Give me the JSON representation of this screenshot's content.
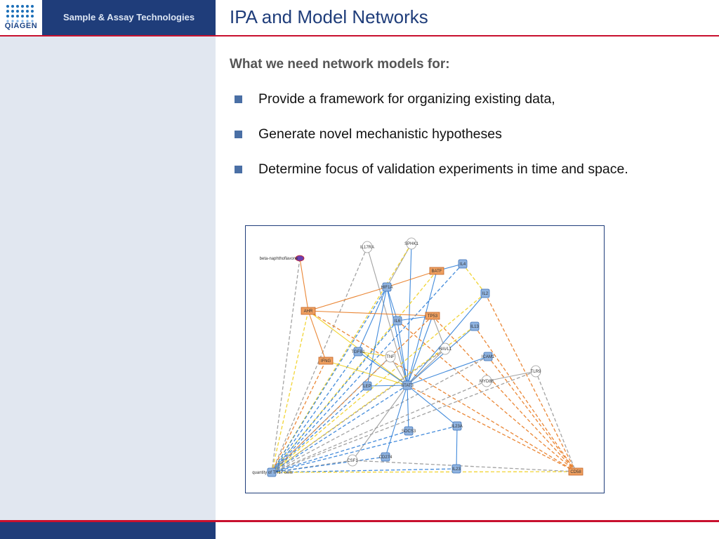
{
  "header": {
    "logo_text": "QIAGEN",
    "tagline": "Sample & Assay Technologies",
    "title": "IPA and Model Networks"
  },
  "content": {
    "subtitle": "What we need network models for:",
    "bullets": [
      "Provide a framework for organizing existing data,",
      "Generate novel mechanistic hypotheses",
      "Determine focus of validation experiments in time and space."
    ]
  },
  "colors": {
    "header_blue": "#1f3d7a",
    "accent_red": "#c8102e",
    "panel_gray": "#e1e7f0",
    "node_blue": "#8fb3e0",
    "node_orange": "#f0a060",
    "edge_blue": "#2f7fd8",
    "edge_orange": "#e87a20",
    "edge_yellow": "#f0d020",
    "edge_gray": "#999999"
  },
  "network": {
    "nodes": [
      {
        "id": "IL17RA",
        "label": "IL17RA",
        "kind": "gray"
      },
      {
        "id": "SPHK1",
        "label": "SPHK1",
        "kind": "gray"
      },
      {
        "id": "beta",
        "label": "beta-naphthoflavone",
        "kind": "chem"
      },
      {
        "id": "BATF",
        "label": "BATF",
        "kind": "orange"
      },
      {
        "id": "IL4",
        "label": "IL4",
        "kind": "blue"
      },
      {
        "id": "HIF1A",
        "label": "HIF1A",
        "kind": "blue"
      },
      {
        "id": "IL2",
        "label": "IL2",
        "kind": "blue"
      },
      {
        "id": "AHR",
        "label": "AHR",
        "kind": "orange"
      },
      {
        "id": "IL6",
        "label": "IL6",
        "kind": "blue"
      },
      {
        "id": "TP53",
        "label": "TP53",
        "kind": "orange"
      },
      {
        "id": "IL13",
        "label": "IL13",
        "kind": "blue"
      },
      {
        "id": "TGFB1",
        "label": "TGFB1",
        "kind": "blue"
      },
      {
        "id": "TNF",
        "label": "TNF",
        "kind": "gray"
      },
      {
        "id": "HAVL1",
        "label": "HAVL1",
        "kind": "gray"
      },
      {
        "id": "IFNG",
        "label": "IFNG",
        "kind": "orange"
      },
      {
        "id": "ICAM1",
        "label": "ICAM1",
        "kind": "blue"
      },
      {
        "id": "TLR9",
        "label": "TLR9",
        "kind": "gray"
      },
      {
        "id": "LEP",
        "label": "LEP",
        "kind": "blue"
      },
      {
        "id": "STAT3",
        "label": "STAT3",
        "kind": "blue"
      },
      {
        "id": "MYD88",
        "label": "MYD88",
        "kind": "gray"
      },
      {
        "id": "SOCS3",
        "label": "SOCS3",
        "kind": "blue"
      },
      {
        "id": "IL23A",
        "label": "IL23A",
        "kind": "blue"
      },
      {
        "id": "CSF1",
        "label": "CSF1",
        "kind": "gray"
      },
      {
        "id": "CD274",
        "label": "CD274",
        "kind": "blue"
      },
      {
        "id": "IL23",
        "label": "IL23",
        "kind": "blue"
      },
      {
        "id": "TH17",
        "label": "quantity of TH17 cells",
        "kind": "blue"
      },
      {
        "id": "CD58",
        "label": "CD58",
        "kind": "orange"
      }
    ],
    "edges": [
      [
        "beta",
        "AHR",
        "orange",
        "solid"
      ],
      [
        "beta",
        "TH17",
        "gray",
        "dashed"
      ],
      [
        "IL17RA",
        "TH17",
        "gray",
        "dashed"
      ],
      [
        "IL17RA",
        "STAT3",
        "gray",
        "solid"
      ],
      [
        "SPHK1",
        "HIF1A",
        "gray",
        "solid"
      ],
      [
        "SPHK1",
        "STAT3",
        "blue",
        "solid"
      ],
      [
        "SPHK1",
        "TH17",
        "yellow",
        "dashed"
      ],
      [
        "BATF",
        "HIF1A",
        "orange",
        "solid"
      ],
      [
        "BATF",
        "STAT3",
        "blue",
        "solid"
      ],
      [
        "BATF",
        "TH17",
        "yellow",
        "dashed"
      ],
      [
        "IL4",
        "BATF",
        "blue",
        "solid"
      ],
      [
        "IL4",
        "IL2",
        "yellow",
        "dashed"
      ],
      [
        "IL4",
        "TH17",
        "blue",
        "dashed"
      ],
      [
        "HIF1A",
        "AHR",
        "orange",
        "solid"
      ],
      [
        "HIF1A",
        "IL6",
        "blue",
        "solid"
      ],
      [
        "HIF1A",
        "STAT3",
        "blue",
        "solid"
      ],
      [
        "HIF1A",
        "TGFB1",
        "blue",
        "solid"
      ],
      [
        "HIF1A",
        "TH17",
        "blue",
        "dashed"
      ],
      [
        "HIF1A",
        "LEP",
        "blue",
        "solid"
      ],
      [
        "IL2",
        "STAT3",
        "blue",
        "solid"
      ],
      [
        "IL2",
        "CD58",
        "orange",
        "dashed"
      ],
      [
        "IL2",
        "TH17",
        "yellow",
        "dashed"
      ],
      [
        "AHR",
        "TH17",
        "yellow",
        "dashed"
      ],
      [
        "AHR",
        "IFNG",
        "orange",
        "solid"
      ],
      [
        "AHR",
        "STAT3",
        "yellow",
        "solid"
      ],
      [
        "AHR",
        "CD58",
        "orange",
        "dashed"
      ],
      [
        "AHR",
        "TP53",
        "orange",
        "solid"
      ],
      [
        "IL6",
        "STAT3",
        "blue",
        "solid"
      ],
      [
        "IL6",
        "TH17",
        "blue",
        "dashed"
      ],
      [
        "IL6",
        "TP53",
        "blue",
        "solid"
      ],
      [
        "IL6",
        "CD58",
        "orange",
        "dashed"
      ],
      [
        "TP53",
        "STAT3",
        "blue",
        "solid"
      ],
      [
        "TP53",
        "HAVL1",
        "gray",
        "solid"
      ],
      [
        "TP53",
        "TH17",
        "orange",
        "dashed"
      ],
      [
        "TP53",
        "CD58",
        "orange",
        "dashed"
      ],
      [
        "IL13",
        "STAT3",
        "blue",
        "solid"
      ],
      [
        "IL13",
        "CD58",
        "orange",
        "dashed"
      ],
      [
        "IL13",
        "TH17",
        "yellow",
        "dashed"
      ],
      [
        "TGFB1",
        "STAT3",
        "blue",
        "solid"
      ],
      [
        "TGFB1",
        "TH17",
        "blue",
        "dashed"
      ],
      [
        "TGFB1",
        "TNF",
        "yellow",
        "solid"
      ],
      [
        "TNF",
        "TH17",
        "gray",
        "dashed"
      ],
      [
        "TNF",
        "STAT3",
        "gray",
        "solid"
      ],
      [
        "HAVL1",
        "STAT3",
        "gray",
        "solid"
      ],
      [
        "HAVL1",
        "TH17",
        "gray",
        "dashed"
      ],
      [
        "IFNG",
        "TH17",
        "orange",
        "dashed"
      ],
      [
        "IFNG",
        "STAT3",
        "yellow",
        "solid"
      ],
      [
        "ICAM1",
        "STAT3",
        "blue",
        "solid"
      ],
      [
        "ICAM1",
        "TH17",
        "gray",
        "dashed"
      ],
      [
        "ICAM1",
        "CD58",
        "orange",
        "dashed"
      ],
      [
        "TLR9",
        "CD58",
        "gray",
        "dashed"
      ],
      [
        "TLR9",
        "TH17",
        "gray",
        "dashed"
      ],
      [
        "TLR9",
        "MYD88",
        "gray",
        "solid"
      ],
      [
        "LEP",
        "STAT3",
        "blue",
        "solid"
      ],
      [
        "LEP",
        "TH17",
        "blue",
        "dashed"
      ],
      [
        "STAT3",
        "SOCS3",
        "blue",
        "solid"
      ],
      [
        "STAT3",
        "IL23A",
        "blue",
        "solid"
      ],
      [
        "STAT3",
        "TH17",
        "blue",
        "dashed"
      ],
      [
        "STAT3",
        "CD274",
        "blue",
        "solid"
      ],
      [
        "STAT3",
        "CD58",
        "orange",
        "dashed"
      ],
      [
        "STAT3",
        "CSF1",
        "gray",
        "solid"
      ],
      [
        "MYD88",
        "TH17",
        "gray",
        "dashed"
      ],
      [
        "SOCS3",
        "TH17",
        "blue",
        "dashed"
      ],
      [
        "IL23A",
        "IL23",
        "blue",
        "solid"
      ],
      [
        "IL23A",
        "TH17",
        "blue",
        "dashed"
      ],
      [
        "CSF1",
        "TH17",
        "gray",
        "dashed"
      ],
      [
        "CD274",
        "TH17",
        "blue",
        "dashed"
      ],
      [
        "IL23",
        "TH17",
        "blue",
        "dashed"
      ],
      [
        "TH17",
        "CD58",
        "yellow",
        "dashed"
      ],
      [
        "CSF1",
        "CD58",
        "gray",
        "dashed"
      ]
    ]
  }
}
